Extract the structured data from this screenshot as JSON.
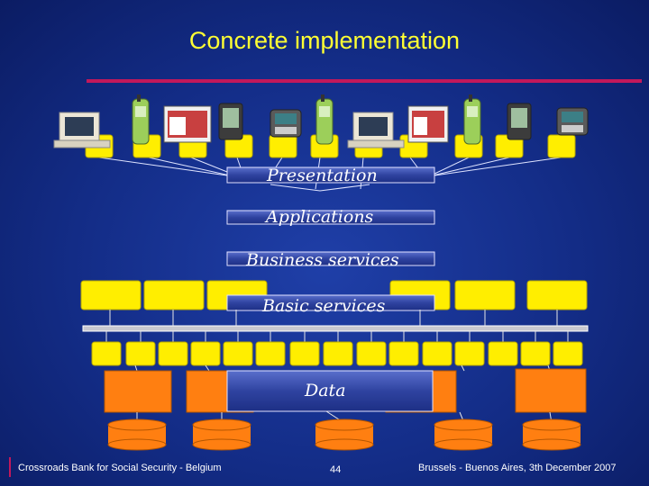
{
  "slide": {
    "title": "Concrete implementation"
  },
  "layers": {
    "presentation": "Presentation",
    "applications": "Applications",
    "business_services": "Business services",
    "basic_services": "Basic services",
    "data": "Data"
  },
  "devices": [
    "desktop-computer",
    "mobile-phone",
    "web-browser-screen",
    "pda",
    "handheld-organizer",
    "mobile-phone",
    "desktop-computer",
    "web-browser-screen",
    "mobile-phone",
    "pda",
    "handheld-organizer"
  ],
  "colors": {
    "background": "#132c86",
    "title": "#ffff33",
    "box_yellow": "#ffee00",
    "box_orange": "#ff7f11",
    "layer_bar": "#3a4fb0",
    "accent_rule": "#c2185b"
  },
  "footer": {
    "left": "Crossroads Bank for Social Security - Belgium",
    "page": "44",
    "right": "Brussels - Buenos Aires, 3th December 2007"
  }
}
